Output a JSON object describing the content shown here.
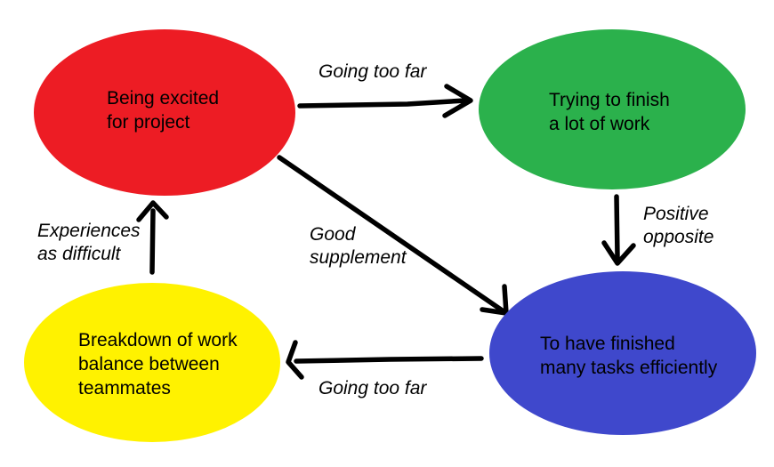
{
  "diagram": {
    "background_color": "#ffffff",
    "text_color": "#000000",
    "arrow_color": "#000000",
    "nodes": [
      {
        "id": "being-excited",
        "label": "Being excited\nfor project",
        "color": "#ed1c24"
      },
      {
        "id": "trying-to-finish",
        "label": "Trying to finish\na lot of work",
        "color": "#2bb14c"
      },
      {
        "id": "finished-tasks",
        "label": "To have finished\nmany tasks efficiently",
        "color": "#3f48cc"
      },
      {
        "id": "breakdown-balance",
        "label": "Breakdown of work\nbalance between\nteammates",
        "color": "#fff200"
      }
    ],
    "edges": [
      {
        "from": "being-excited",
        "to": "trying-to-finish",
        "label": "Going too far"
      },
      {
        "from": "trying-to-finish",
        "to": "finished-tasks",
        "label": "Positive\nopposite"
      },
      {
        "from": "being-excited",
        "to": "finished-tasks",
        "label": "Good\nsupplement"
      },
      {
        "from": "finished-tasks",
        "to": "breakdown-balance",
        "label": "Going too far"
      },
      {
        "from": "breakdown-balance",
        "to": "being-excited",
        "label": "Experiences\nas difficult"
      }
    ]
  }
}
